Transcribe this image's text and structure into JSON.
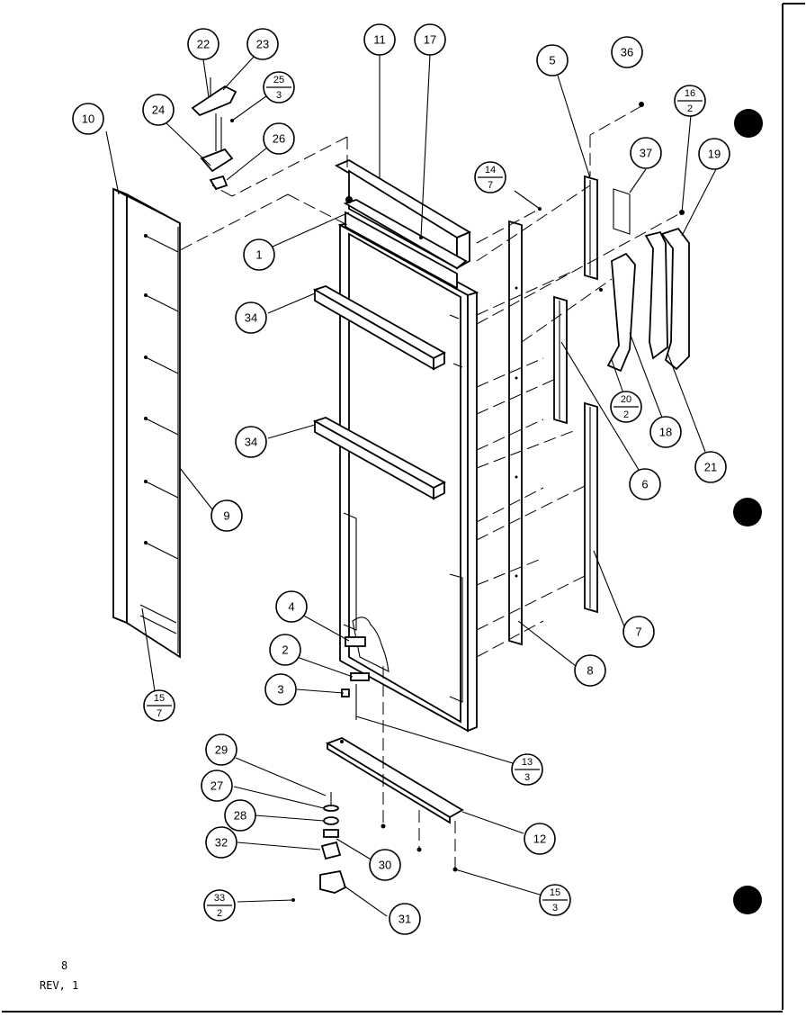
{
  "callouts": [
    {
      "label": "22"
    },
    {
      "label": "23"
    },
    {
      "label": "11"
    },
    {
      "label": "17"
    },
    {
      "label": "5"
    },
    {
      "label": "36"
    },
    {
      "label": "10"
    },
    {
      "label": "24"
    },
    {
      "label": "26"
    },
    {
      "label": "37"
    },
    {
      "label": "19"
    },
    {
      "label": "1"
    },
    {
      "label": "34"
    },
    {
      "label": "34"
    },
    {
      "label": "18"
    },
    {
      "label": "21"
    },
    {
      "label": "6"
    },
    {
      "label": "9"
    },
    {
      "label": "4"
    },
    {
      "label": "2"
    },
    {
      "label": "3"
    },
    {
      "label": "7"
    },
    {
      "label": "8"
    },
    {
      "label": "29"
    },
    {
      "label": "27"
    },
    {
      "label": "28"
    },
    {
      "label": "32"
    },
    {
      "label": "30"
    },
    {
      "label": "12"
    },
    {
      "label": "31"
    }
  ],
  "fraction_callouts": [
    {
      "num": "25",
      "den": "3"
    },
    {
      "num": "16",
      "den": "2"
    },
    {
      "num": "14",
      "den": "7"
    },
    {
      "num": "20",
      "den": "2"
    },
    {
      "num": "15",
      "den": "7"
    },
    {
      "num": "13",
      "den": "3"
    },
    {
      "num": "15",
      "den": "3"
    },
    {
      "num": "33",
      "den": "2"
    }
  ],
  "footer": {
    "page": "8",
    "revision": "REV, 1"
  }
}
